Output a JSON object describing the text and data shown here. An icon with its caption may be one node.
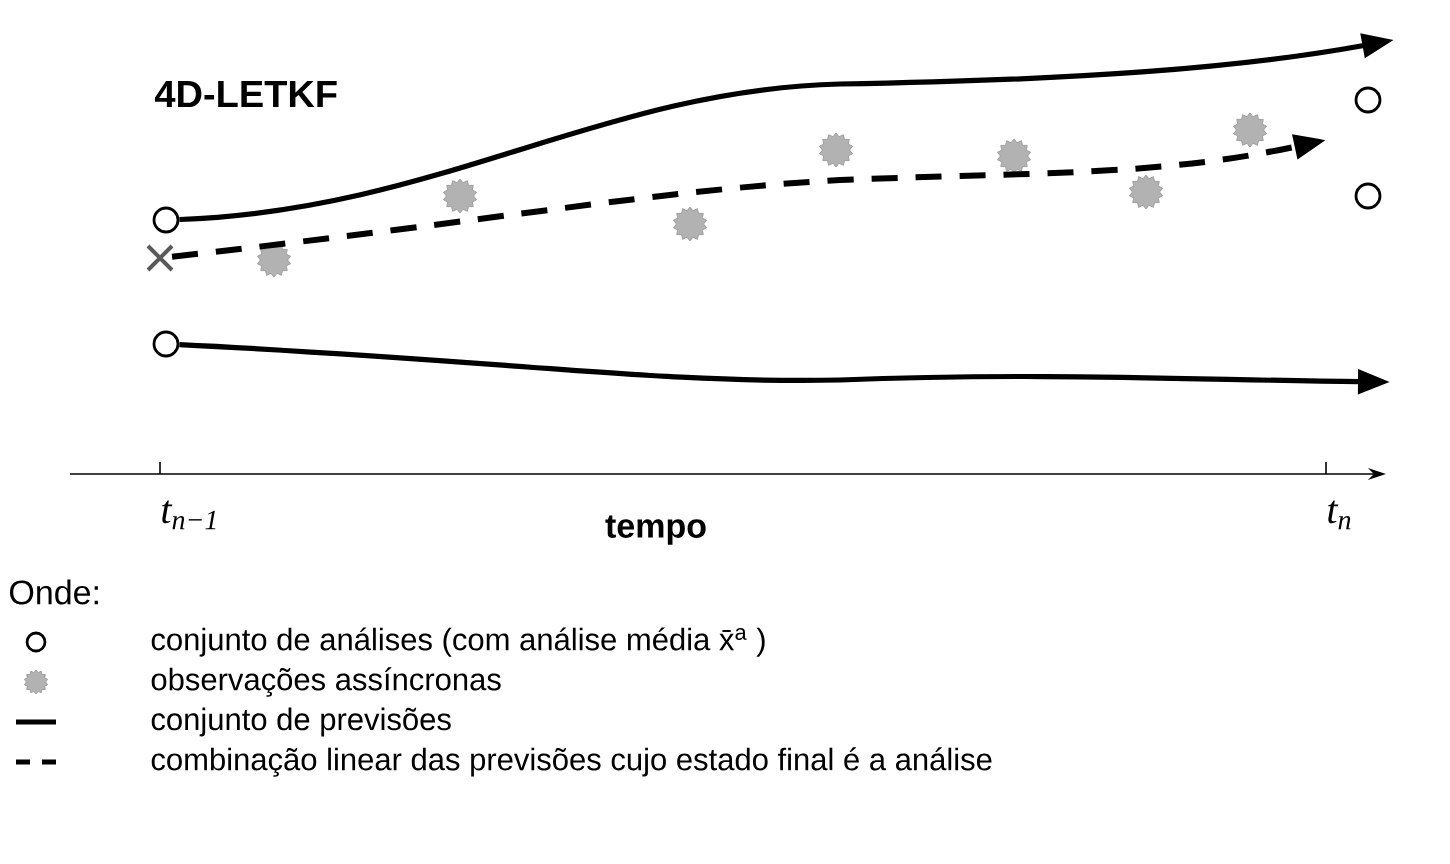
{
  "diagram": {
    "title": "4D-LETKF",
    "nodes": [
      {
        "text": [],
        "shape": "circle"
      },
      {
        "text": [],
        "shape": "cross"
      },
      {
        "text": [],
        "shape": "circle"
      },
      {
        "text": [],
        "shape": "circle"
      },
      {
        "text": [],
        "shape": "circle"
      },
      {
        "text": [],
        "shape": "dot"
      },
      {
        "text": [],
        "shape": "dot"
      },
      {
        "text": [],
        "shape": "dot"
      },
      {
        "text": [],
        "shape": "dot"
      },
      {
        "text": [],
        "shape": "dot"
      },
      {
        "text": [],
        "shape": "dot"
      },
      {
        "text": [],
        "shape": "dot"
      }
    ],
    "edges": [
      {
        "from": 0,
        "to": null,
        "arrow": "to"
      },
      {
        "from": 1,
        "to": null,
        "arrow": "to",
        "style": "dashed"
      },
      {
        "from": 2,
        "to": null,
        "arrow": "to"
      }
    ],
    "labels": [
      "t$_{n−1}$",
      "tempo",
      "t$_{n}$",
      "Onde:"
    ],
    "legend": [
      {
        "text": "conjunto de análises (com análise média x̄$^{a}$ )"
      },
      {
        "text": "observações assíncronas"
      },
      {
        "text": "conjunto de previsões"
      },
      {
        "text": "combinação linear das previsões cujo estado final é a análise"
      }
    ]
  }
}
